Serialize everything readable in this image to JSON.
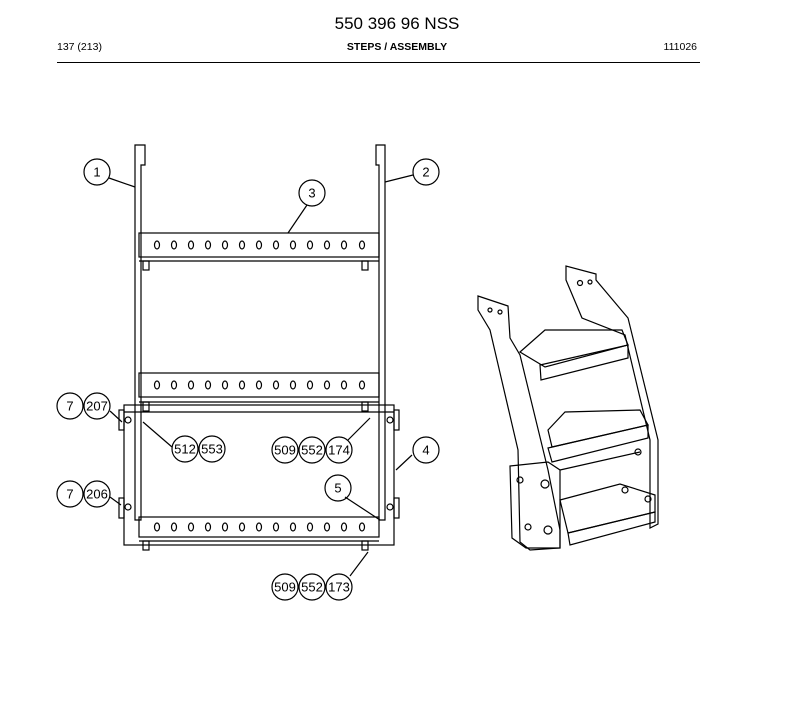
{
  "header": {
    "title": "550 396 96 NSS",
    "page": "137 (213)",
    "section": "STEPS / ASSEMBLY",
    "code": "111026"
  },
  "balloons": {
    "b1": "1",
    "b2": "2",
    "b3": "3",
    "b4": "4",
    "b5": "5",
    "b7a": "7",
    "b207": "207",
    "b7b": "7",
    "b206": "206",
    "b512": "512",
    "b553": "553",
    "b509a": "509",
    "b552a": "552",
    "b174": "174",
    "b509b": "509",
    "b552b": "552",
    "b173": "173"
  }
}
